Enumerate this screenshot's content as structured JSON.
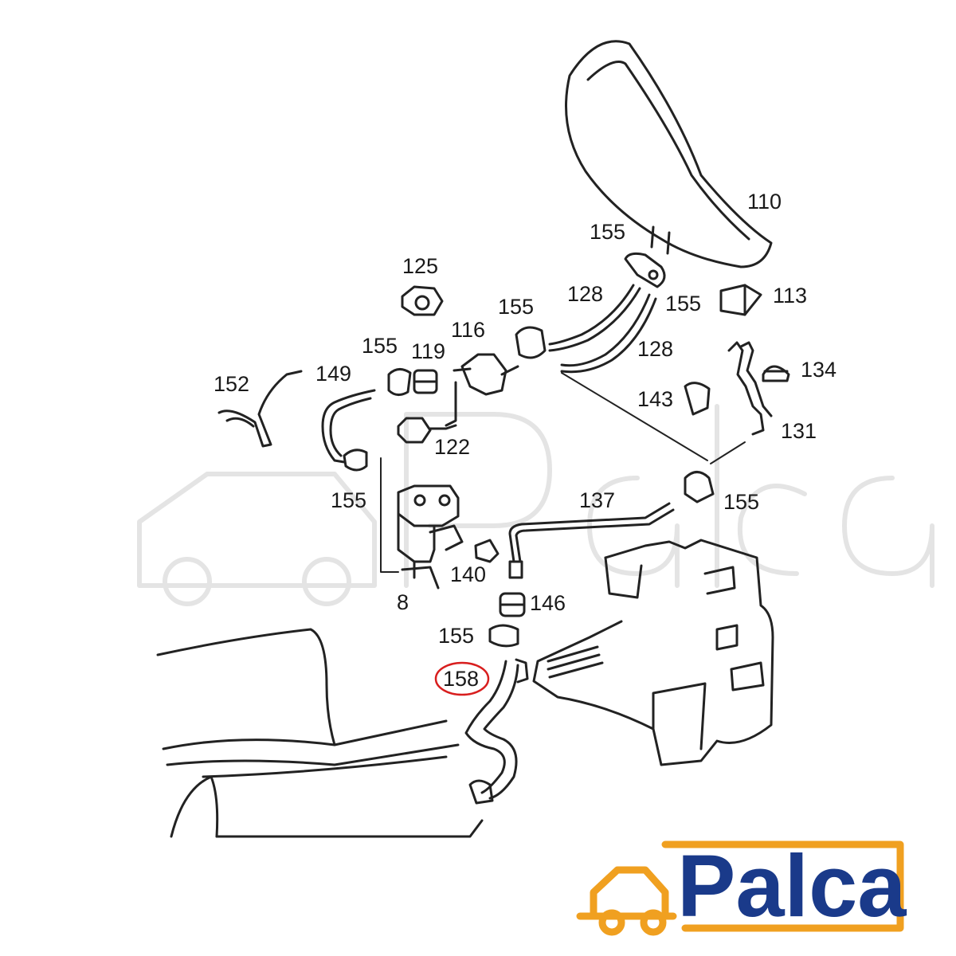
{
  "diagram": {
    "labels": [
      {
        "id": "110",
        "text": "110"
      },
      {
        "id": "155a",
        "text": "155"
      },
      {
        "id": "125",
        "text": "125"
      },
      {
        "id": "128a",
        "text": "128"
      },
      {
        "id": "155b",
        "text": "155"
      },
      {
        "id": "113",
        "text": "113"
      },
      {
        "id": "155c",
        "text": "155"
      },
      {
        "id": "116",
        "text": "116"
      },
      {
        "id": "128b",
        "text": "128"
      },
      {
        "id": "155d",
        "text": "155"
      },
      {
        "id": "119",
        "text": "119"
      },
      {
        "id": "134",
        "text": "134"
      },
      {
        "id": "152",
        "text": "152"
      },
      {
        "id": "149",
        "text": "149"
      },
      {
        "id": "143",
        "text": "143"
      },
      {
        "id": "131",
        "text": "131"
      },
      {
        "id": "122",
        "text": "122"
      },
      {
        "id": "155e",
        "text": "155"
      },
      {
        "id": "137",
        "text": "137"
      },
      {
        "id": "155f",
        "text": "155"
      },
      {
        "id": "140",
        "text": "140"
      },
      {
        "id": "8",
        "text": "8"
      },
      {
        "id": "146",
        "text": "146"
      },
      {
        "id": "155g",
        "text": "155"
      },
      {
        "id": "158",
        "text": "158"
      }
    ],
    "highlighted_part": "158",
    "highlight_color": "#d81e1e"
  },
  "brand": {
    "name": "Palca",
    "logo_text_color": "#1a3a8a",
    "logo_car_color": "#f0a020"
  }
}
